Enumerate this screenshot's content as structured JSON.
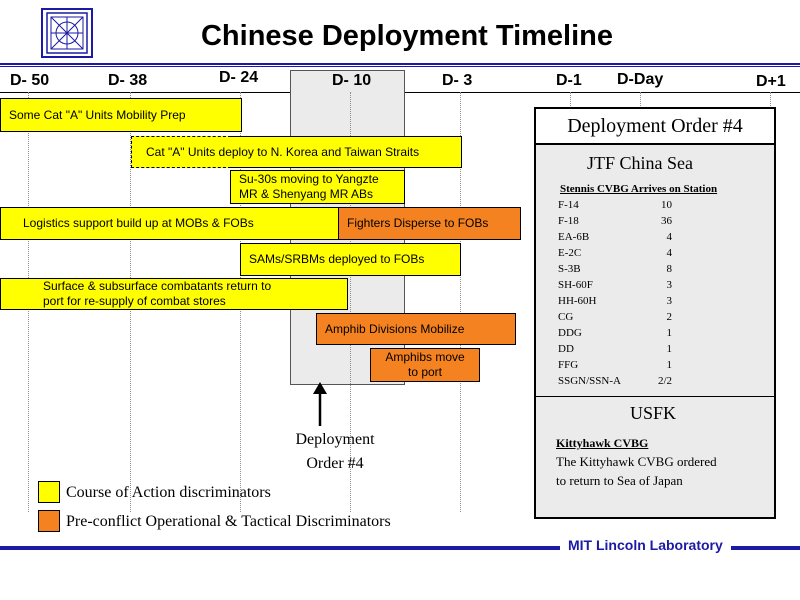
{
  "title": "Chinese Deployment Timeline",
  "timeline_labels": [
    "D- 50",
    "D- 38",
    "D- 24",
    "D- 10",
    "D- 3",
    "D-1",
    "D-Day",
    "D+1"
  ],
  "bars": {
    "some_cat_a": "Some Cat \"A\" Units Mobility Prep",
    "cat_a_deploy": "Cat \"A\" Units deploy to N. Korea and Taiwan Straits",
    "su30_line1": "Su-30s moving to Yangzte",
    "su30_line2": "MR & Shenyang MR ABs",
    "logistics": "Logistics support build up at MOBs & FOBs",
    "fighters": "Fighters Disperse to FOBs",
    "sams": "SAMs/SRBMs deployed to FOBs",
    "surface_line1": "Surface & subsurface combatants return to",
    "surface_line2": "port for re-supply of combat stores",
    "amphib_div": "Amphib Divisions Mobilize",
    "amphib_move_line1": "Amphibs move",
    "amphib_move_line2": "to port"
  },
  "arrow_label": {
    "line1": "Deployment",
    "line2": "Order #4"
  },
  "legend": {
    "yellow_label": "Course of Action discriminators",
    "orange_label": "Pre-conflict Operational & Tactical Discriminators",
    "yellow_color": "#ffff00",
    "orange_color": "#f58220"
  },
  "panel": {
    "title": "Deployment Order #4",
    "section1_title": "JTF China Sea",
    "group_header": "Stennis CVBG  Arrives on Station",
    "order_of_battle": [
      {
        "name": "F-14",
        "count": "10"
      },
      {
        "name": "F-18",
        "count": "36"
      },
      {
        "name": "EA-6B",
        "count": "4"
      },
      {
        "name": "E-2C",
        "count": "4"
      },
      {
        "name": "S-3B",
        "count": "8"
      },
      {
        "name": "SH-60F",
        "count": "3"
      },
      {
        "name": "HH-60H",
        "count": "3"
      },
      {
        "name": "CG",
        "count": "2"
      },
      {
        "name": "DDG",
        "count": "1"
      },
      {
        "name": "DD",
        "count": "1"
      },
      {
        "name": "FFG",
        "count": "1"
      },
      {
        "name": "SSGN/SSN-A",
        "count": "2/2"
      }
    ],
    "section2_title": "USFK",
    "kitty_header": "Kittyhawk  CVBG",
    "kitty_line1": "The Kittyhawk  CVBG ordered",
    "kitty_line2": "to return to Sea of Japan"
  },
  "footer": "MIT Lincoln Laboratory"
}
